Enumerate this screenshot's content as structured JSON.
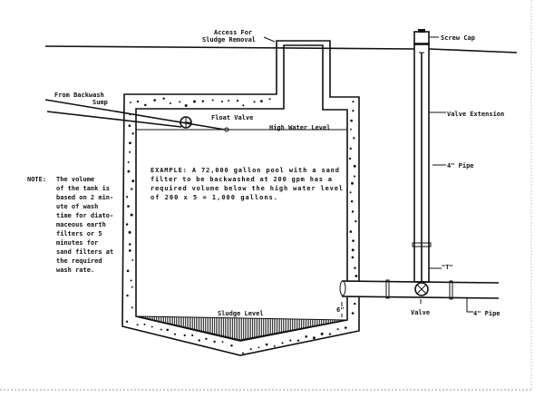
{
  "labels": {
    "access_line1": "Access For",
    "access_line2": "Sludge Removal",
    "screw_cap": "Screw Cap",
    "from_backwash_line1": "From Backwash",
    "from_backwash_line2": "Sump",
    "float_valve": "Float Valve",
    "high_water_level": "High Water Level",
    "valve_extension": "Valve Extension",
    "pipe_4in_upper": "4\" Pipe",
    "tee": "\"T\"",
    "valve": "Valve",
    "pipe_4in_lower": "4\" Pipe",
    "sludge_level": "Sludge Level",
    "six_inch": "6\""
  },
  "note": {
    "heading": "NOTE:",
    "lines": [
      "The volume",
      "of the tank is",
      "based on 2 min-",
      "ute of wash",
      "time for diato-",
      "maceous earth",
      "filters or 5",
      "minutes for",
      "sand filters at",
      "the required",
      "wash rate."
    ]
  },
  "example": {
    "lines": [
      "EXAMPLE:  A 72,000 gallon pool with a sand",
      "filter to be backwashed at 200 gpm has a",
      "required volume below the high water level",
      "of 200 x 5 = 1,000 gallons."
    ]
  }
}
